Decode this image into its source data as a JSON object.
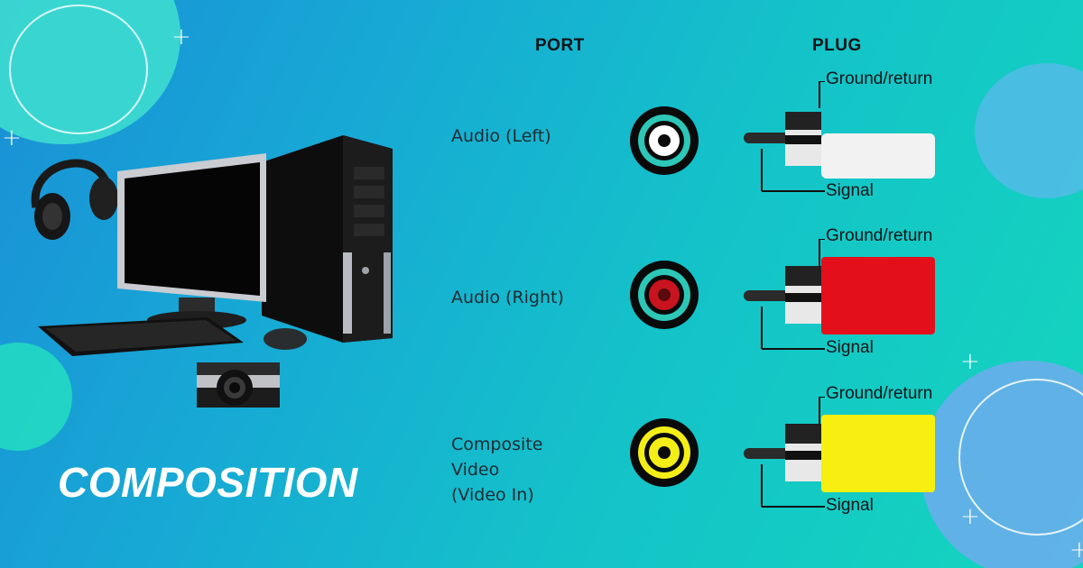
{
  "diagram": {
    "headers": {
      "port": "PORT",
      "plug": "PLUG"
    },
    "rows": [
      {
        "port_label_lines": [
          "Audio (Left)"
        ],
        "port_color": "#ffffff",
        "plug_color": "#f2f2f2",
        "ground_label": "Ground/return",
        "signal_label": "Signal"
      },
      {
        "port_label_lines": [
          "Audio (Right)"
        ],
        "port_color": "#c8141e",
        "plug_color": "#e3101c",
        "ground_label": "Ground/return",
        "signal_label": "Signal"
      },
      {
        "port_label_lines": [
          "Composite",
          "Video",
          "(Video In)"
        ],
        "port_color": "#f4ee18",
        "plug_color": "#f7ef0f",
        "ground_label": "Ground/return",
        "signal_label": "Signal"
      }
    ]
  },
  "hero": {
    "title": "COMPOSITION"
  },
  "illustration": {
    "items": [
      "monitor",
      "pc-tower",
      "headphones",
      "keyboard",
      "mouse",
      "camera"
    ]
  }
}
